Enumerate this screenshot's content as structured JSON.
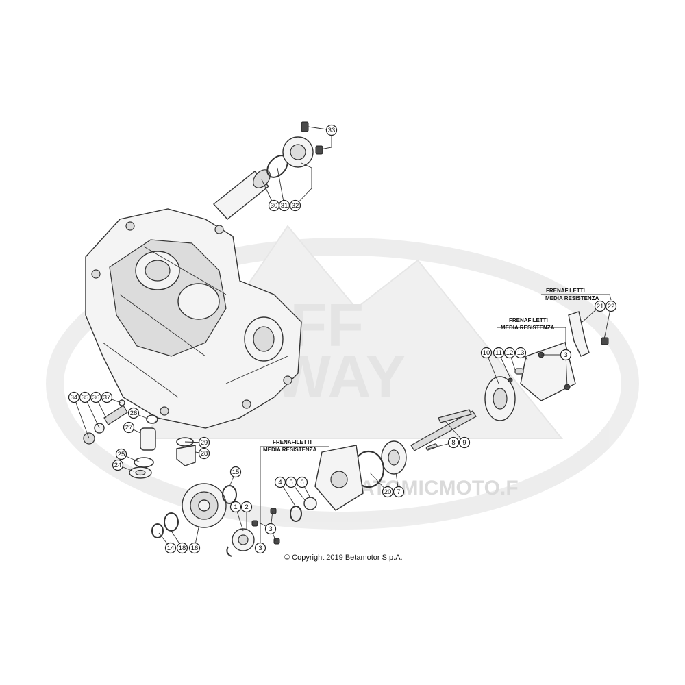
{
  "diagram": {
    "copyright": "© Copyright 2019 Betamotor S.p.A.",
    "notes": [
      {
        "line1": "FRENAFILETTI",
        "line2": "MEDIA RESISTENZA"
      },
      {
        "line1": "FRENAFILETTI",
        "line2": "MEDIA RESISTENZA"
      },
      {
        "line1": "FRENAFILETTI",
        "line2": "MEDIA RESISTENZA"
      }
    ],
    "watermark": {
      "line1": "OFF",
      "line2": "WAY",
      "site": "ATOMICMOTO.F"
    },
    "callouts": [
      "33",
      "30",
      "31",
      "32",
      "10",
      "11",
      "12",
      "13",
      "3",
      "21",
      "22",
      "34",
      "35",
      "36",
      "37",
      "26",
      "27",
      "25",
      "24",
      "29",
      "28",
      "8",
      "9",
      "20",
      "7",
      "15",
      "4",
      "5",
      "6",
      "1",
      "2",
      "3",
      "14",
      "18",
      "16",
      "3"
    ]
  }
}
